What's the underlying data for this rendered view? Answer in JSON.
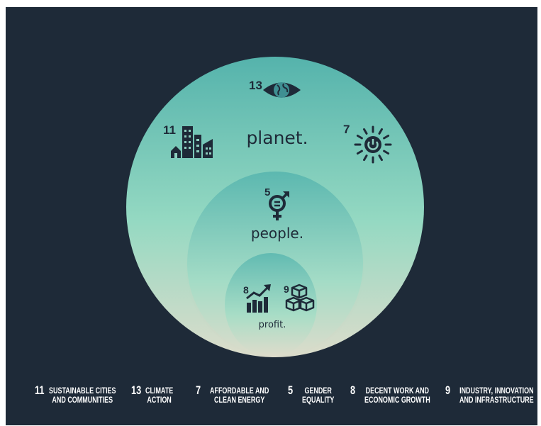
{
  "circles": {
    "outer_label": "planet.",
    "middle_label": "people.",
    "inner_label": "profit."
  },
  "icons": [
    {
      "number": "13",
      "icon": "eye-globe-icon"
    },
    {
      "number": "11",
      "icon": "city-buildings-icon"
    },
    {
      "number": "7",
      "icon": "sun-power-icon"
    },
    {
      "number": "5",
      "icon": "gender-equality-icon"
    },
    {
      "number": "8",
      "icon": "growth-chart-icon"
    },
    {
      "number": "9",
      "icon": "cubes-icon"
    }
  ],
  "goals": [
    {
      "number": "11",
      "line1": "SUSTAINABLE CITIES",
      "line2": "AND COMMUNITIES"
    },
    {
      "number": "13",
      "line1": "CLIMATE",
      "line2": "ACTION"
    },
    {
      "number": "7",
      "line1": "AFFORDABLE AND",
      "line2": "CLEAN ENERGY"
    },
    {
      "number": "5",
      "line1": "GENDER",
      "line2": "EQUALITY"
    },
    {
      "number": "8",
      "line1": "DECENT WORK AND",
      "line2": "ECONOMIC GROWTH"
    },
    {
      "number": "9",
      "line1": "INDUSTRY, INNOVATION",
      "line2": "AND INFRASTRUCTURE"
    }
  ],
  "colors": {
    "background": "#1e2a38",
    "circle_top": "#5cb8b0",
    "circle_mid": "#9fdcc8",
    "circle_bottom": "#d8dccc",
    "icon": "#1e2a38",
    "footer_text": "#ffffff"
  }
}
